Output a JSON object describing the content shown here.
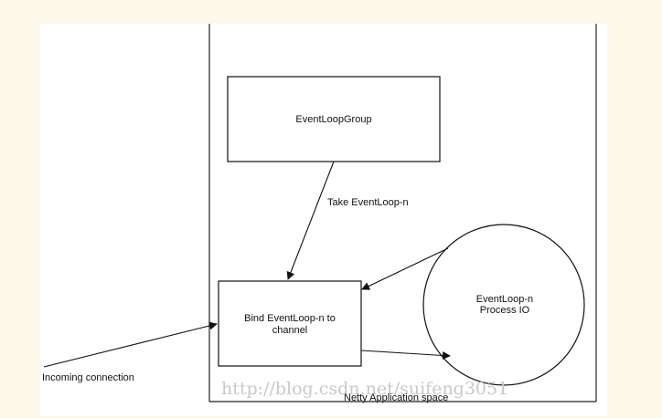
{
  "diagram": {
    "nodes": {
      "event_loop_group": "EventLoopGroup",
      "bind_line1": "Bind EventLoop-n to",
      "bind_line2": "channel",
      "event_loop_line1": "EventLoop-n",
      "event_loop_line2": "Process IO"
    },
    "edges": {
      "take_event_loop": "Take EventLoop-n",
      "incoming_connection": "Incoming connection"
    },
    "boundary_label": "Netty Application space"
  },
  "watermark": "http://blog.csdn.net/suifeng3051"
}
